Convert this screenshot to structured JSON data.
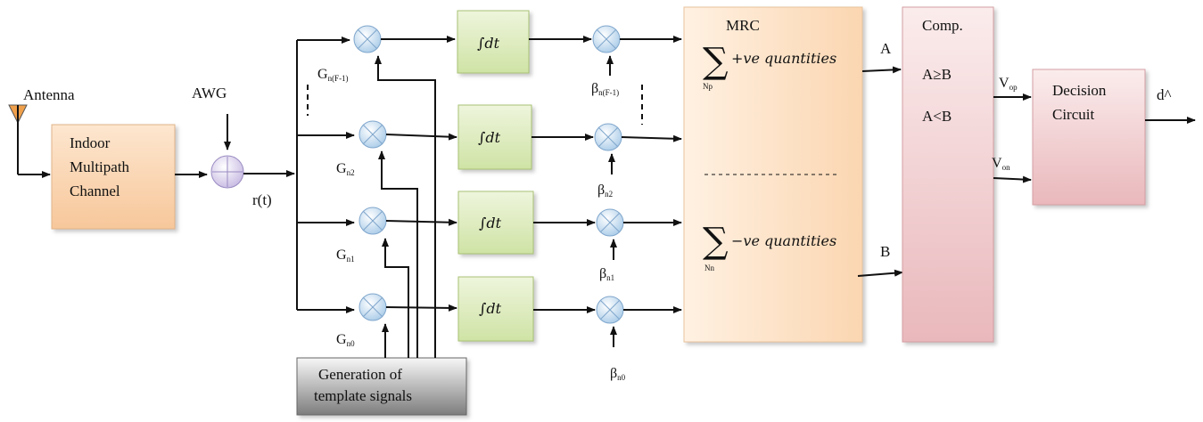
{
  "labels": {
    "antenna": "Antenna",
    "awg": "AWG",
    "rt": "r(t)",
    "channel": [
      "Indoor",
      "Multipath",
      "Channel"
    ],
    "generation": [
      "Generation of",
      "template signals"
    ],
    "mrc_title": "MRC",
    "sum_pos": "+ve quantities",
    "sum_pos_sub": "Np",
    "sum_neg": "−ve quantities",
    "sum_neg_sub": "Nn",
    "comp_title": "Comp.",
    "comp_ge": "A≥B",
    "comp_lt": "A<B",
    "A": "A",
    "B": "B",
    "vop": "V",
    "vop_sub": "op",
    "von": "V",
    "von_sub": "on",
    "decision": [
      "Decision",
      "Circuit"
    ],
    "output": "d^",
    "integrator": "∫dt",
    "sigma": "∑"
  },
  "branches": [
    {
      "g": "G",
      "g_sub": "n(F-1)",
      "beta": "β",
      "beta_sub": "n(F-1)"
    },
    {
      "g": "G",
      "g_sub": "n2",
      "beta": "β",
      "beta_sub": "n2"
    },
    {
      "g": "G",
      "g_sub": "n1",
      "beta": "β",
      "beta_sub": "n1"
    },
    {
      "g": "G",
      "g_sub": "n0",
      "beta": "β",
      "beta_sub": "n0"
    }
  ]
}
